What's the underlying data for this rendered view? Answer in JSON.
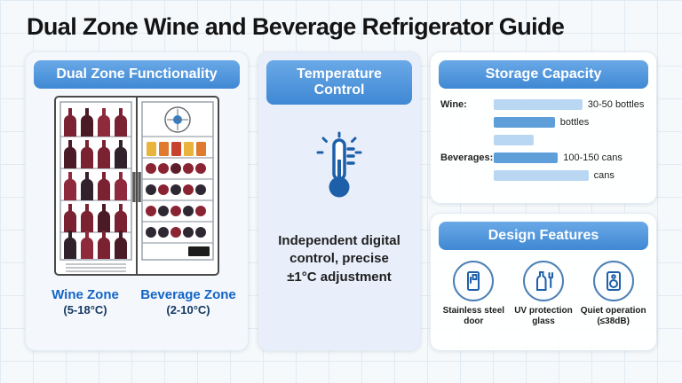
{
  "title": "Dual Zone Wine and Beverage Refrigerator Guide",
  "colors": {
    "accent": "#2f7fd1",
    "header_start": "#6aa9e7",
    "header_end": "#3f88d4",
    "bar_light": "#b9d7f3",
    "bar_medium": "#5f9fd9",
    "zone_label": "#1464c4",
    "icon_blue": "#1d5fa8"
  },
  "dual_zone": {
    "header": "Dual Zone Functionality",
    "wine_zone": {
      "name": "Wine Zone",
      "range": "(5-18°C)"
    },
    "beverage_zone": {
      "name": "Beverage Zone",
      "range": "(2-10°C)"
    }
  },
  "temperature": {
    "header": "Temperature Control",
    "icon": "thermometer-icon",
    "description": "Independent digital\ncontrol, precise\n±1°C adjustment"
  },
  "storage": {
    "header": "Storage Capacity",
    "rows": [
      {
        "label": "Wine:",
        "width": 58,
        "shade": "light",
        "value": "30-50 bottles"
      },
      {
        "label": "",
        "width": 40,
        "shade": "medium",
        "value": "bottles"
      },
      {
        "label": "",
        "width": 26,
        "shade": "light",
        "value": ""
      },
      {
        "label": "Beverages:",
        "width": 42,
        "shade": "medium",
        "value": "100-150 cans"
      },
      {
        "label": "",
        "width": 62,
        "shade": "light",
        "value": "cans"
      }
    ]
  },
  "design": {
    "header": "Design Features",
    "features": [
      {
        "label": "Stainless steel door",
        "icon": "door-icon"
      },
      {
        "label": "UV protection glass",
        "icon": "bottle-icon"
      },
      {
        "label": "Quiet operation (≤38dB)",
        "icon": "speaker-icon"
      }
    ]
  },
  "chart_data": {
    "type": "bar",
    "title": "Storage Capacity",
    "categories": [
      "Wine (bottles)",
      "Beverages (cans)"
    ],
    "series": [
      {
        "name": "Wine",
        "min": 30,
        "max": 50,
        "unit": "bottles"
      },
      {
        "name": "Beverages",
        "min": 100,
        "max": 150,
        "unit": "cans"
      }
    ],
    "legend": false,
    "grid": false
  }
}
